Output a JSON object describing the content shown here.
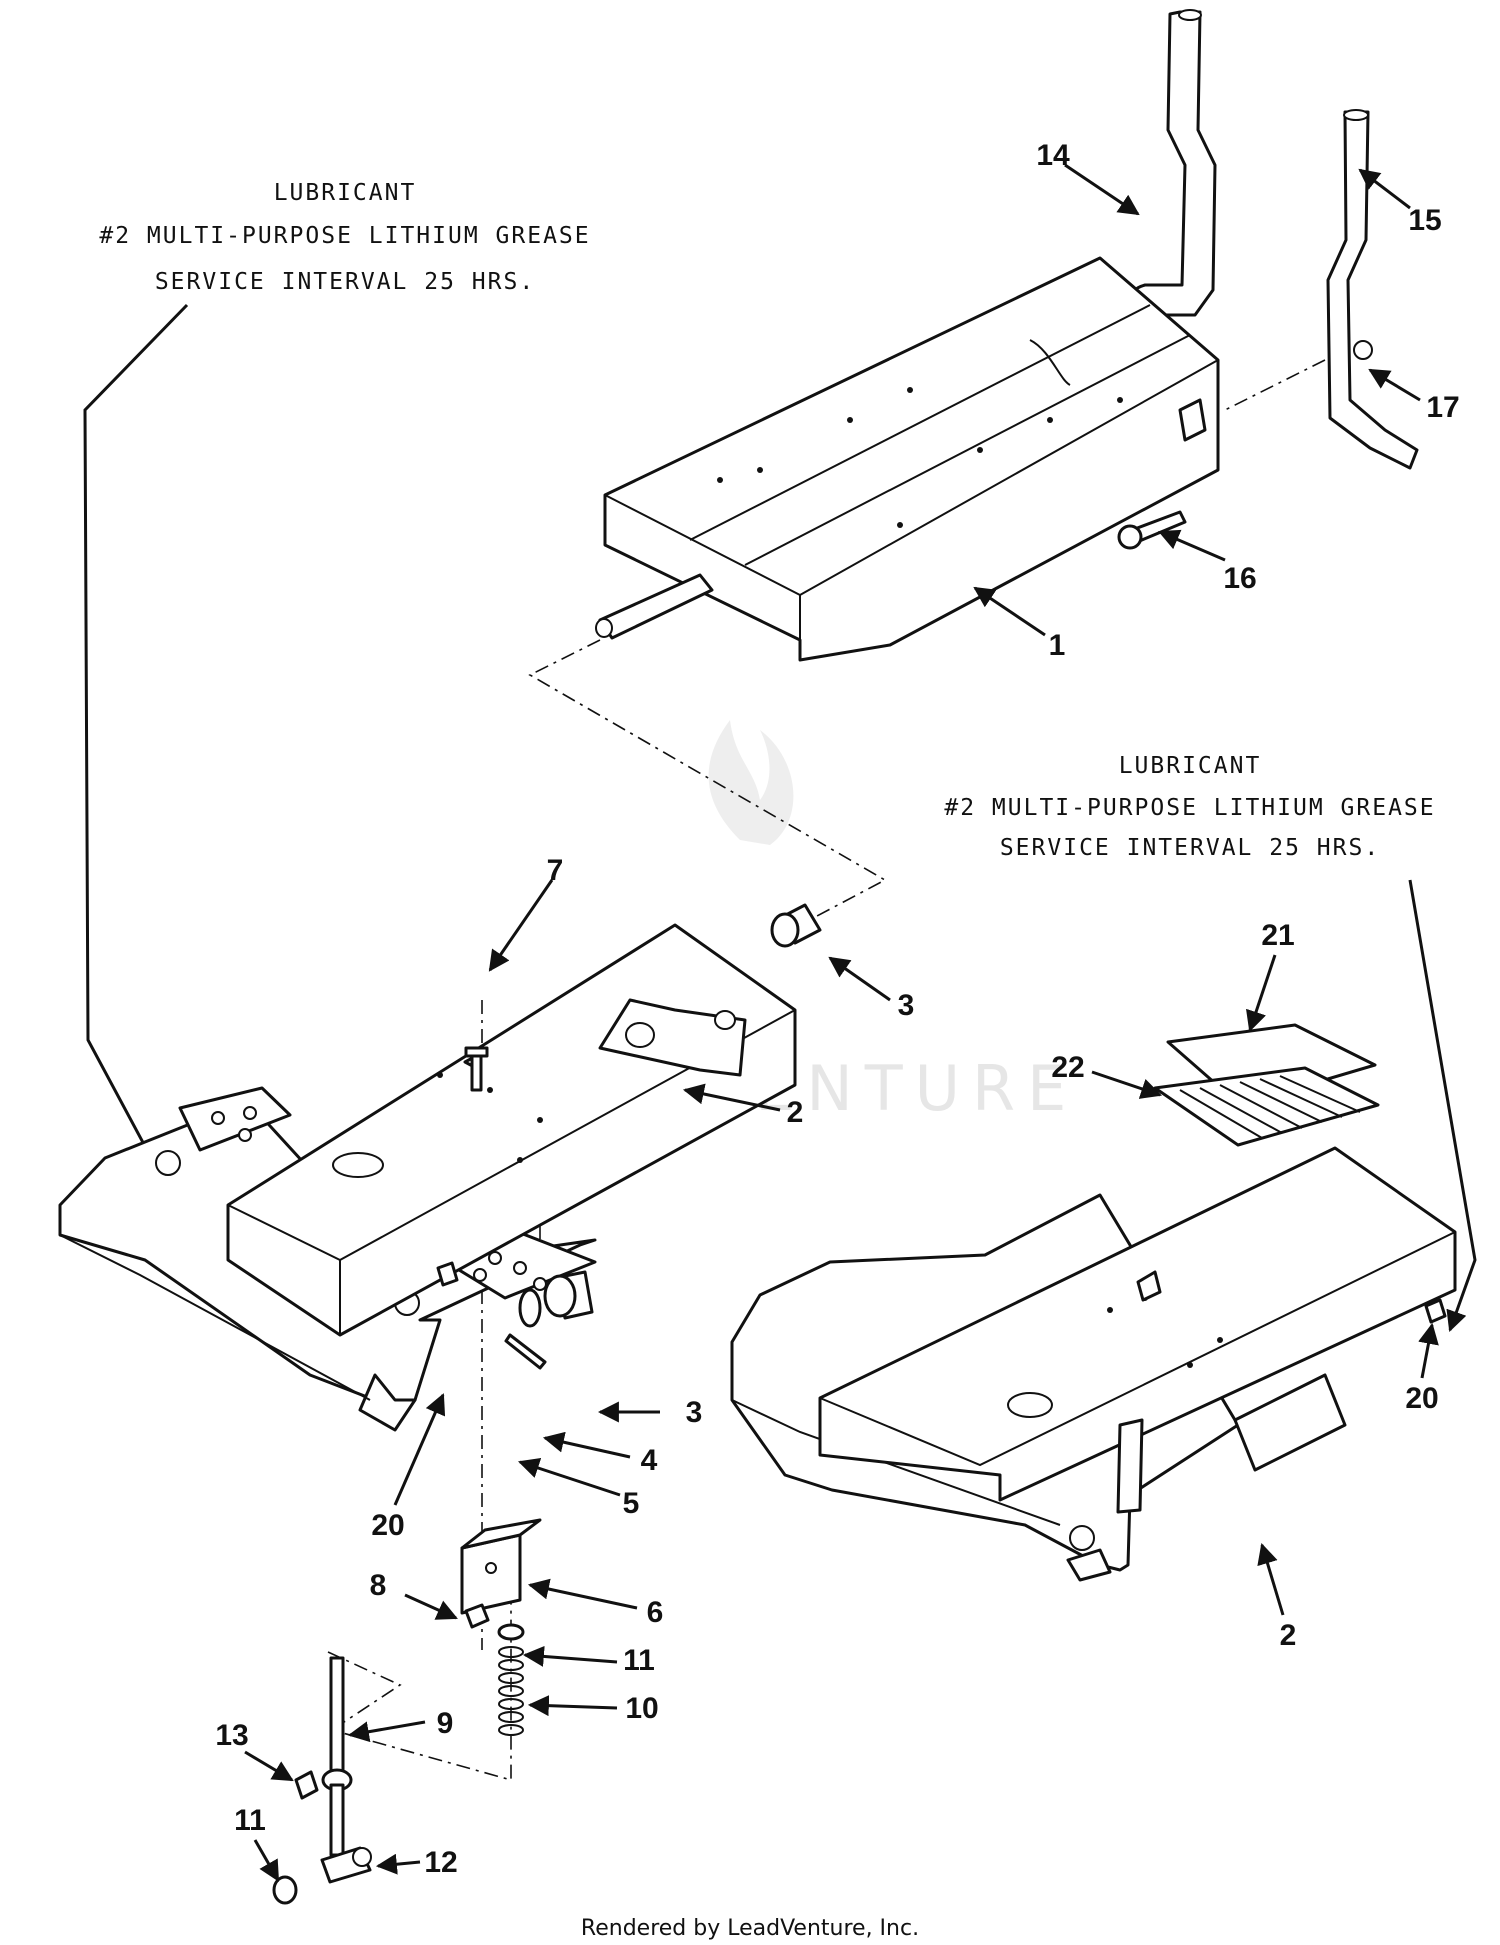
{
  "diagram": {
    "lubricant_left": {
      "line1": "LUBRICANT",
      "line2": "#2 MULTI-PURPOSE LITHIUM GREASE",
      "line3": "SERVICE INTERVAL 25 HRS."
    },
    "lubricant_right": {
      "line1": "LUBRICANT",
      "line2": "#2 MULTI-PURPOSE LITHIUM GREASE",
      "line3": "SERVICE INTERVAL 25 HRS."
    },
    "callouts": {
      "c1": "1",
      "c2a": "2",
      "c2b": "2",
      "c3a": "3",
      "c3b": "3",
      "c4": "4",
      "c5": "5",
      "c6": "6",
      "c7": "7",
      "c8": "8",
      "c9": "9",
      "c10": "10",
      "c11a": "11",
      "c11b": "11",
      "c12": "12",
      "c13": "13",
      "c14": "14",
      "c15": "15",
      "c16": "16",
      "c17": "17",
      "c20a": "20",
      "c20b": "20",
      "c21": "21",
      "c22": "22"
    },
    "watermark": "LEADVENTURE",
    "footer": "Rendered by LeadVenture, Inc."
  }
}
